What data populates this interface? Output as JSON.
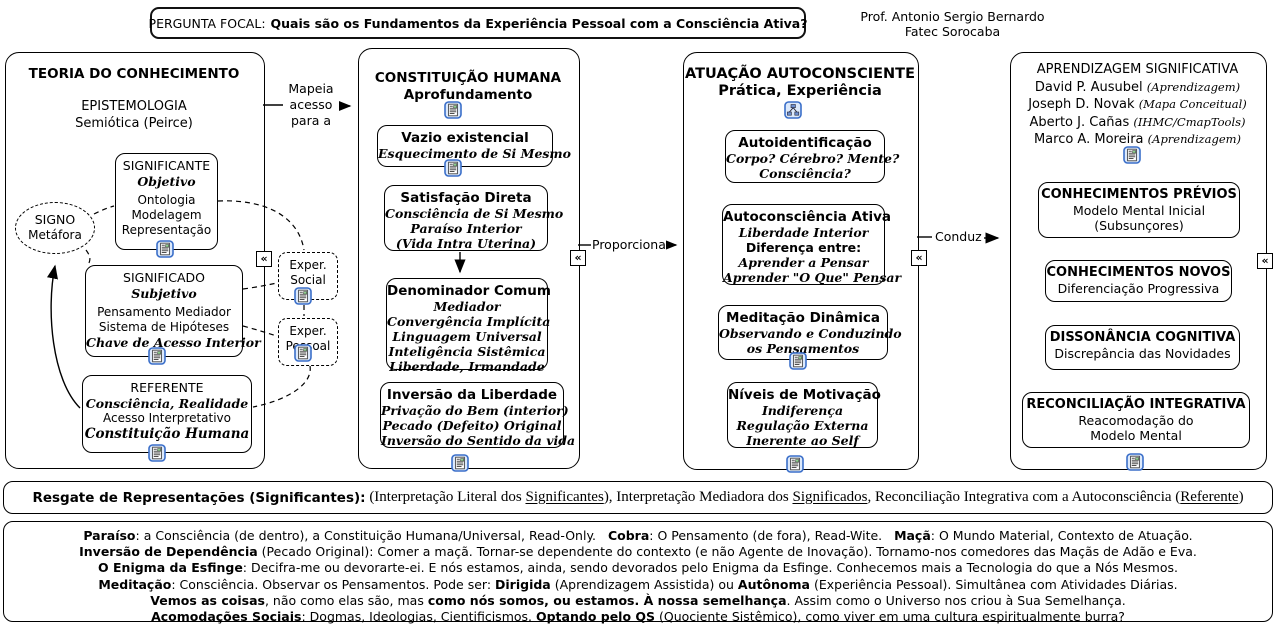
{
  "header": {
    "focal_label": "PERGUNTA FOCAL:",
    "focal_question": "Quais são os Fundamentos da Experiência Pessoal com a Consciência Ativa?",
    "author_line1": "Prof. Antonio Sergio Bernardo",
    "author_line2": "Fatec Sorocaba"
  },
  "connectors": {
    "mapeia": [
      "Mapeia",
      "acesso",
      "para a"
    ],
    "proporciona": "Proporciona",
    "conduz": "Conduz"
  },
  "icons": {
    "collapse_glyph": "«"
  },
  "col1": {
    "title": "TEORIA DO CONHECIMENTO",
    "epistemologia": "EPISTEMOLOGIA",
    "semiotica": "Semiótica (Peirce)",
    "signo": {
      "l1": "SIGNO",
      "l2": "Metáfora"
    },
    "significante": {
      "title": "SIGNIFICANTE",
      "sub": "Objetivo",
      "l1": "Ontologia",
      "l2": "Modelagem",
      "l3": "Representação"
    },
    "significado": {
      "title": "SIGNIFICADO",
      "sub": "Subjetivo",
      "l1": "Pensamento Mediador",
      "l2": "Sistema de Hipóteses",
      "l3": "Chave de Acesso Interior"
    },
    "referente": {
      "title": "REFERENTE",
      "sub": "Consciência, Realidade",
      "l1": "Acesso Interpretativo",
      "l2": "Constituição Humana"
    }
  },
  "exper": {
    "social": {
      "l1": "Exper.",
      "l2": "Social"
    },
    "pessoal": {
      "l1": "Exper.",
      "l2": "Pessoal"
    }
  },
  "col2": {
    "title1": "CONSTITUIÇÃO HUMANA",
    "title2": "Aprofundamento",
    "vazio": {
      "title": "Vazio existencial",
      "l1": "Esquecimento de Si Mesmo"
    },
    "satisfacao": {
      "title": "Satisfação Direta",
      "l1": "Consciência de Si Mesmo",
      "l2": "Paraíso Interior",
      "l3": "(Vida Intra Uterina)"
    },
    "denominador": {
      "title": "Denominador Comum",
      "l1": "Mediador",
      "l2": "Convergência Implícita",
      "l3": "Linguagem Universal",
      "l4": "Inteligência Sistêmica",
      "l5": "Liberdade, Irmandade"
    },
    "inversao": {
      "title": "Inversão da Liberdade",
      "l1": "Privação do Bem (interior)",
      "l2": "Pecado (Defeito) Original",
      "l3": "Inversão do Sentido da vida"
    }
  },
  "col3": {
    "title1": "ATUAÇÃO AUTOCONSCIENTE",
    "title2": "Prática, Experiência",
    "autoident": {
      "title": "Autoidentificação",
      "l1": "Corpo? Cérebro? Mente?",
      "l2": "Consciência?"
    },
    "autoconsc": {
      "title": "Autoconsciência Ativa",
      "l1": "Liberdade Interior",
      "mid": "Diferença entre:",
      "l2": "Aprender a Pensar",
      "l3": "Aprender \"O Que\" Pensar"
    },
    "meditacao": {
      "title": "Meditação Dinâmica",
      "l1": "Observando e Conduzindo",
      "l2": "os Pensamentos"
    },
    "niveis": {
      "title": "Níveis de Motivação",
      "l1": "Indiferença",
      "l2": "Regulação Externa",
      "l3": "Inerente ao Self"
    }
  },
  "col4": {
    "title": "APRENDIZAGEM SIGNIFICATIVA",
    "authors": [
      {
        "name": "David P. Ausubel",
        "note": "(Aprendizagem)"
      },
      {
        "name": "Joseph D. Novak",
        "note": "(Mapa Conceitual)"
      },
      {
        "name": "Aberto J. Cañas",
        "note": "(IHMC/CmapTools)"
      },
      {
        "name": "Marco A. Moreira",
        "note": "(Aprendizagem)"
      }
    ],
    "previos": {
      "title": "CONHECIMENTOS PRÉVIOS",
      "l1": "Modelo Mental Inicial",
      "l2": "(Subsunçores)"
    },
    "novos": {
      "title": "CONHECIMENTOS NOVOS",
      "l1": "Diferenciação Progressiva"
    },
    "dissonancia": {
      "title": "DISSONÂNCIA COGNITIVA",
      "l1": "Discrepância das Novidades"
    },
    "reconciliacao": {
      "title": "RECONCILIAÇÃO INTEGRATIVA",
      "l1": "Reacomodação do",
      "l2": "Modelo Mental"
    }
  },
  "footer_resgate": {
    "lead": "Resgate de Representações (Significantes):",
    "s1": " (Interpretação Literal dos ",
    "u1": "Significantes",
    "s2": "), Interpretação Mediadora dos ",
    "u2": "Significados",
    "s3": ", Reconciliação Integrativa com a Autoconsciência (",
    "u3": "Referente",
    "s4": ")"
  },
  "footer_notes": {
    "l1": {
      "b1": "Paraíso",
      "t1": ": a Consciência (de dentro), a Constituição Humana/Universal, Read-Only.   ",
      "b2": "Cobra",
      "t2": ": O Pensamento (de fora), Read-Wite.   ",
      "b3": "Maçã",
      "t3": ": O Mundo Material, Contexto de Atuação."
    },
    "l2": {
      "b1": "Inversão de Dependência",
      "t1": " (Pecado Original): Comer a maçã. Tornar-se dependente do contexto (e não Agente de Inovação). Tornamo-nos comedores das Maçãs de Adão e Eva."
    },
    "l3": {
      "b1": "O Enigma da Esfinge",
      "t1": ": Decifra-me ou devorarte-ei. E nós estamos, ainda, sendo devorados pelo Enigma da Esfinge. Conhecemos mais a Tecnologia do que a Nós Mesmos."
    },
    "l4": {
      "b1": "Meditação",
      "t1": ": Consciência. Observar os Pensamentos. Pode ser: ",
      "b2": "Dirigida",
      "t2": " (Aprendizagem Assistida) ou ",
      "b3": "Autônoma",
      "t3": " (Experiência Pessoal). Simultânea com Atividades Diárias."
    },
    "l5": {
      "b1": "Vemos as coisas",
      "t1": ", não como elas são, mas ",
      "b2": "como nós somos, ou estamos. À nossa semelhança",
      "t2": ". Assim como o Universo nos criou à Sua Semelhança."
    },
    "l6": {
      "b1": "Acomodações Sociais",
      "t1": ": Dogmas, Ideologias, Cientificismos. ",
      "b2": "Optando pelo QS",
      "t2": " (Quociente Sistêmico), como viver em uma cultura espiritualmente burra?"
    }
  }
}
